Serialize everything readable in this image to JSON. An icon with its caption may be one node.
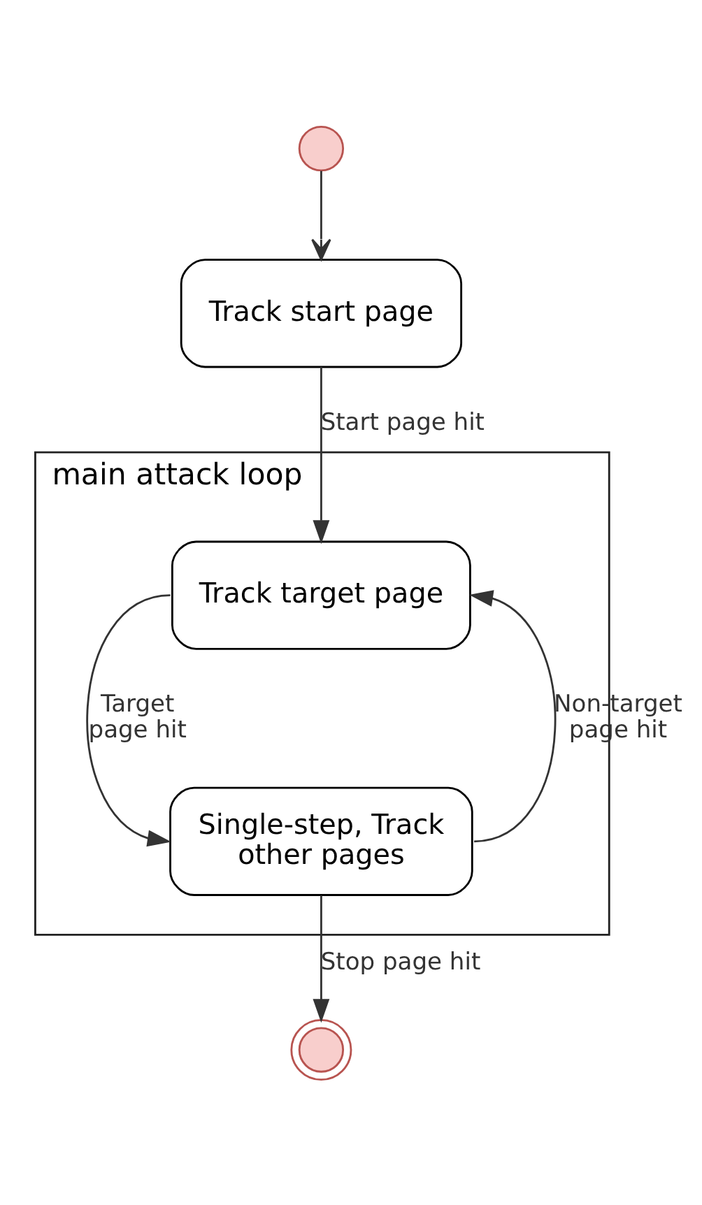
{
  "diagram": {
    "nodes": [
      {
        "text": [],
        "shape": "circle"
      },
      {
        "text": [
          "Track start page"
        ]
      },
      {
        "text": [
          "main attack loop"
        ]
      },
      {
        "text": [
          "Track target page"
        ],
        "in": 2
      },
      {
        "text": [
          "Single-step, Track other pages"
        ],
        "in": 2
      },
      {
        "text": [],
        "shape": "circle"
      }
    ],
    "edges": [
      {
        "from": 0,
        "to": 1,
        "arrow": "to"
      },
      {
        "from": 1,
        "to": 3,
        "arrow": "to",
        "label": "Start page hit"
      },
      {
        "from": 3,
        "to": 4,
        "arrow": "to",
        "label": "Target page hit"
      },
      {
        "from": 4,
        "to": 3,
        "arrow": "to",
        "label": "Non-target page hit"
      },
      {
        "from": 4,
        "to": 5,
        "arrow": "to",
        "label": "Stop page hit"
      }
    ]
  }
}
